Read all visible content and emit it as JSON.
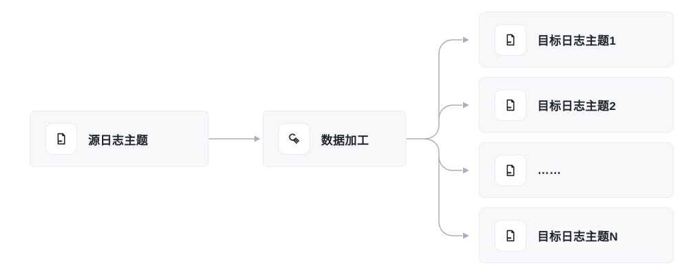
{
  "diagram": {
    "source": {
      "label": "源日志主题",
      "icon": "document-icon"
    },
    "processor": {
      "label": "数据加工",
      "icon": "wrench-icon"
    },
    "targets": [
      {
        "label": "目标日志主题1",
        "icon": "document-icon"
      },
      {
        "label": "目标日志主题2",
        "icon": "document-icon"
      },
      {
        "label": "……",
        "icon": "document-icon"
      },
      {
        "label": "目标日志主题N",
        "icon": "document-icon"
      }
    ],
    "connections": [
      {
        "from": "源日志主题",
        "to": "数据加工"
      },
      {
        "from": "数据加工",
        "to": "目标日志主题1"
      },
      {
        "from": "数据加工",
        "to": "目标日志主题2"
      },
      {
        "from": "数据加工",
        "to": "……"
      },
      {
        "from": "数据加工",
        "to": "目标日志主题N"
      }
    ],
    "colors": {
      "canvas_bg": "#ffffff",
      "node_bg": "#f7f8fa",
      "node_border": "#e9ebf0",
      "icon_chip_bg": "#ffffff",
      "icon_stroke": "#1d2127",
      "connector": "#a9b0c2",
      "text": "#1f2329"
    }
  }
}
